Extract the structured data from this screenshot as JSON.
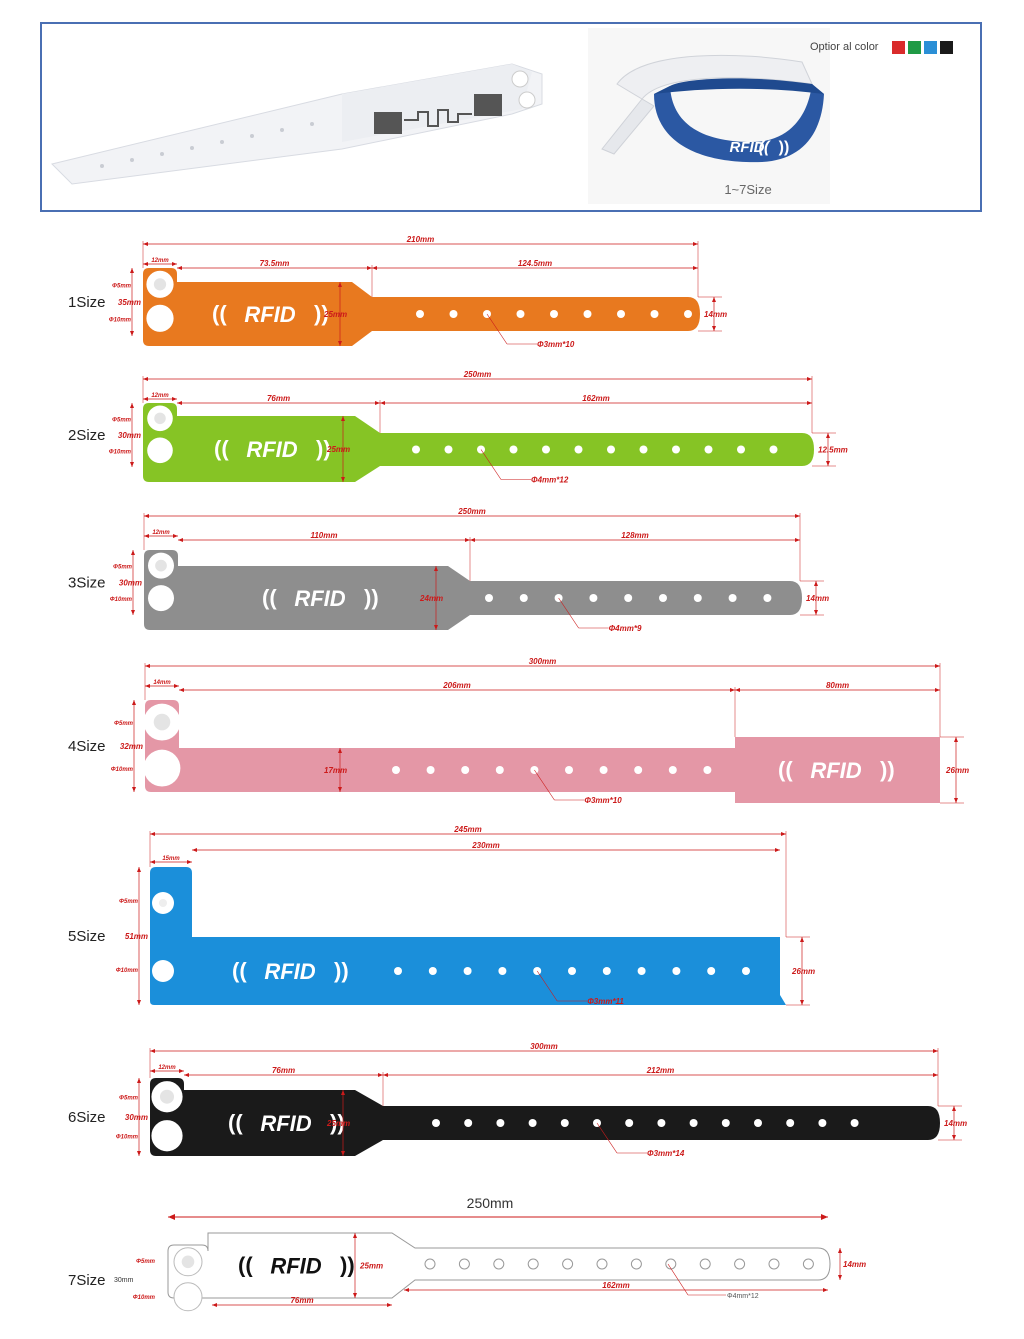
{
  "hero": {
    "color_option_label": "Optior al color",
    "color_swatches": [
      "#d92b2b",
      "#1f9a45",
      "#2a8fd6",
      "#1a1a1a"
    ],
    "blue_band_logo": "RFID",
    "size_range": "1~7Size",
    "white_band_icon": "rfid-antenna-icon"
  },
  "sizes": [
    {
      "label": "1Size",
      "color": "#e8791f",
      "text_color": "#ffffff",
      "logo": "RFID",
      "total": "210mm",
      "seg_a": "73.5mm",
      "seg_b": "124.5mm",
      "stub": "12mm",
      "hole_small": "Φ5mm",
      "hole_big": "Φ10mm",
      "height": "35mm",
      "body_h": "25mm",
      "tail_h": "14mm",
      "holes_note": "Φ3mm*10",
      "holes": 10
    },
    {
      "label": "2Size",
      "color": "#86c425",
      "text_color": "#ffffff",
      "logo": "RFID",
      "total": "250mm",
      "seg_a": "76mm",
      "seg_b": "162mm",
      "stub": "12mm",
      "hole_small": "Φ5mm",
      "hole_big": "Φ10mm",
      "height": "30mm",
      "body_h": "25mm",
      "tail_h": "12.5mm",
      "holes_note": "Φ4mm*12",
      "holes": 12
    },
    {
      "label": "3Size",
      "color": "#8e8e8e",
      "text_color": "#ffffff",
      "logo": "RFID",
      "total": "250mm",
      "seg_a": "110mm",
      "seg_b": "128mm",
      "stub": "12mm",
      "hole_small": "Φ5mm",
      "hole_big": "Φ10mm",
      "height": "30mm",
      "body_h": "24mm",
      "tail_h": "14mm",
      "holes_note": "Φ4mm*9",
      "holes": 9
    },
    {
      "label": "4Size",
      "color": "#e497a6",
      "text_color": "#ffffff",
      "logo": "RFID",
      "total": "300mm",
      "seg_a": "206mm",
      "seg_b": "80mm",
      "stub": "14mm",
      "hole_small": "Φ5mm",
      "hole_big": "Φ10mm",
      "height": "32mm",
      "body_h": "17mm",
      "tail_h": "26mm",
      "holes_note": "Φ3mm*10",
      "holes": 10
    },
    {
      "label": "5Size",
      "color": "#1b8fda",
      "text_color": "#ffffff",
      "logo": "RFID",
      "total": "245mm",
      "seg_a": "230mm",
      "stub": "15mm",
      "hole_small": "Φ5mm",
      "hole_big": "Φ10mm",
      "height": "51mm",
      "tail_h": "26mm",
      "holes_note": "Φ3mm*11",
      "holes": 11
    },
    {
      "label": "6Size",
      "color": "#1a1a1a",
      "text_color": "#ffffff",
      "logo": "RFID",
      "total": "300mm",
      "seg_a": "76mm",
      "seg_b": "212mm",
      "stub": "12mm",
      "hole_small": "Φ5mm",
      "hole_big": "Φ10mm",
      "height": "30mm",
      "body_h": "25mm",
      "tail_h": "14mm",
      "holes_note": "Φ3mm*14",
      "holes": 14
    },
    {
      "label": "7Size",
      "color": "#ffffff",
      "text_color": "#111111",
      "logo": "RFID",
      "total": "250mm",
      "seg_a": "76mm",
      "seg_b": "162mm",
      "hole_small": "Φ5mm",
      "hole_big": "Φ10mm",
      "height": "30mm",
      "body_h": "25mm",
      "tail_h": "14mm",
      "holes_note": "Φ4mm*12",
      "holes": 12
    }
  ]
}
